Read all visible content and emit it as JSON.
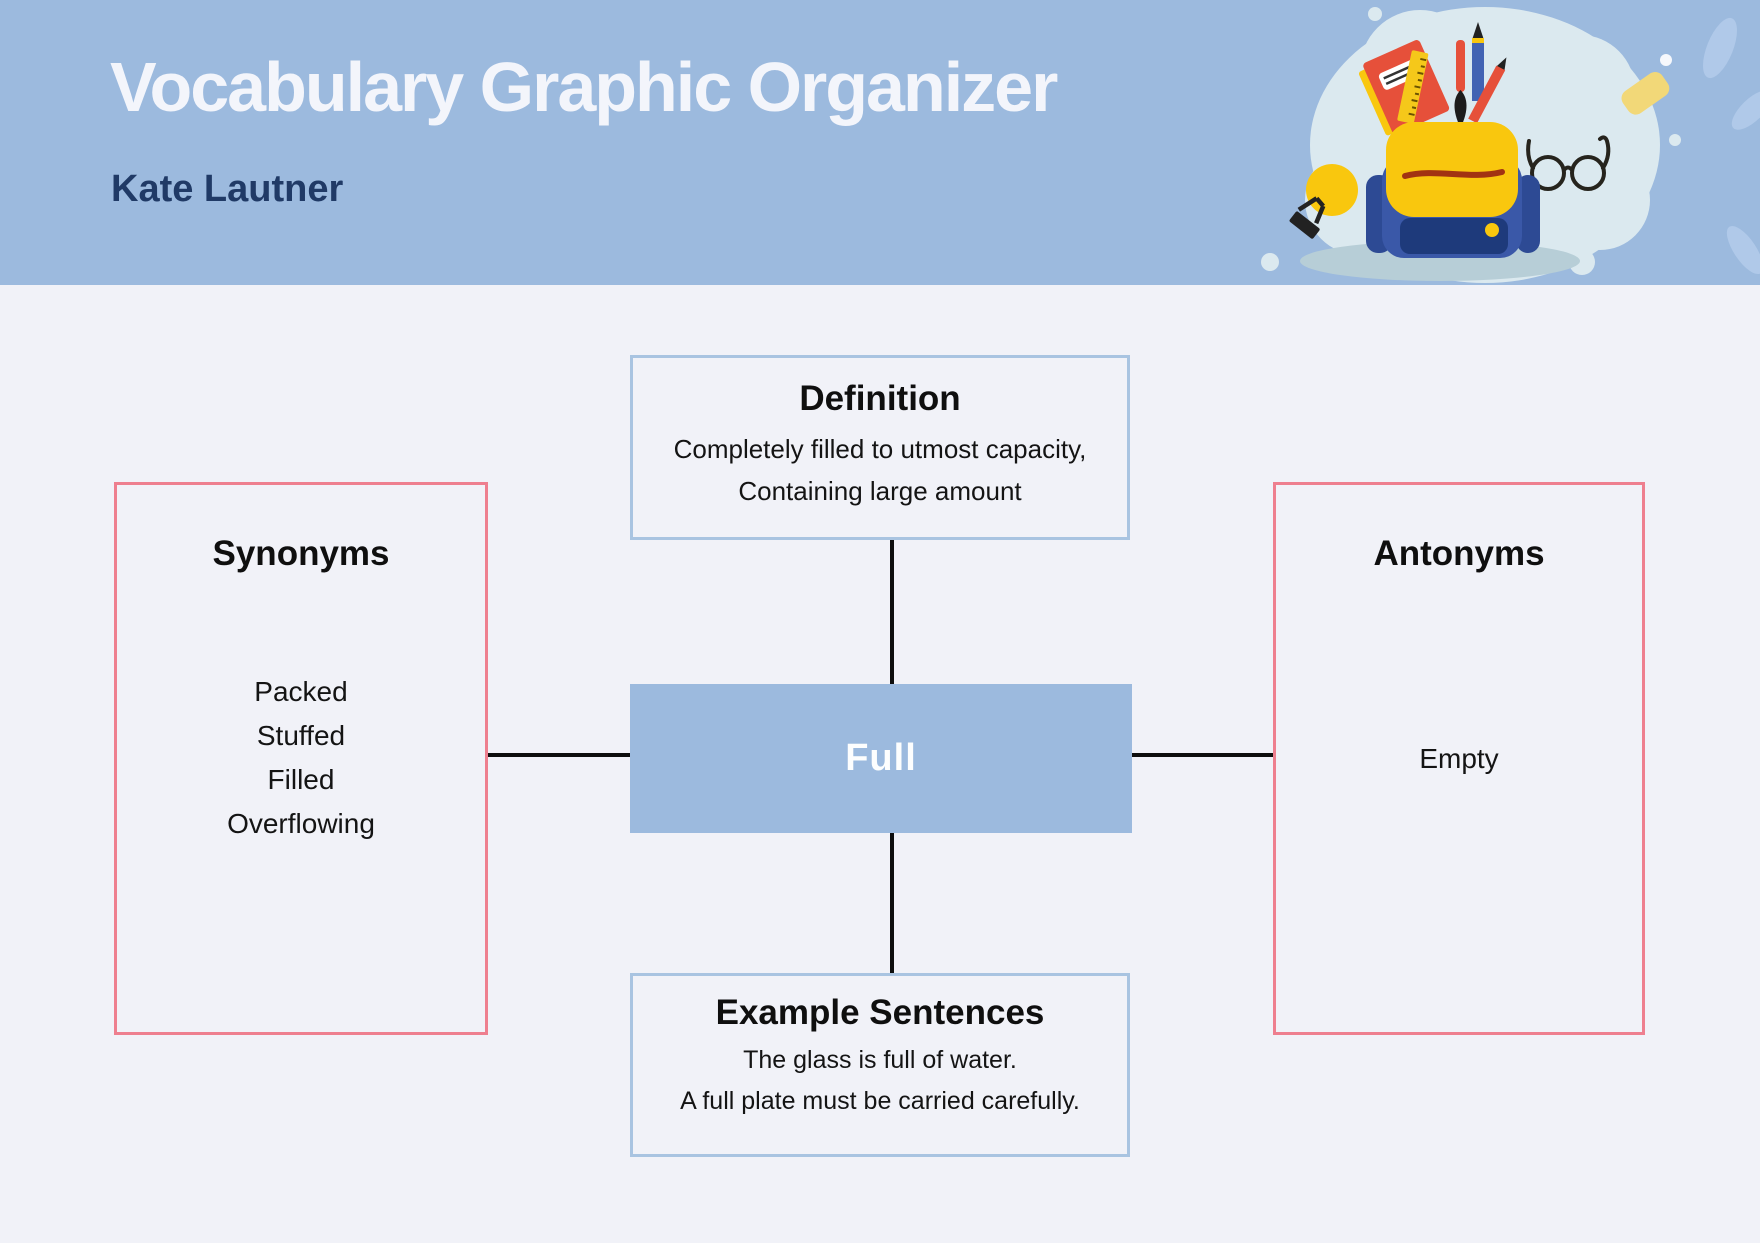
{
  "header": {
    "title": "Vocabulary Graphic Organizer",
    "author": "Kate Lautner",
    "illustration": "backpack-with-school-supplies"
  },
  "colors": {
    "header_background": "#9cbade",
    "page_background": "#f1f2f8",
    "center_box_fill": "#9cbade",
    "blue_box_border": "#a9c4e1",
    "pink_box_border": "#ee7f8f",
    "connector_line": "#0e0e0e",
    "title_text": "#f3f5fb",
    "author_text": "#203a66",
    "body_text": "#141414",
    "center_word_text": "#fdfefe"
  },
  "diagram": {
    "center": {
      "word": "Full"
    },
    "definition": {
      "title": "Definition",
      "lines": [
        "Completely filled to utmost capacity,",
        "Containing large amount"
      ]
    },
    "synonyms": {
      "title": "Synonyms",
      "items": [
        "Packed",
        "Stuffed",
        "Filled",
        "Overflowing"
      ]
    },
    "antonyms": {
      "title": "Antonyms",
      "items": [
        "Empty"
      ]
    },
    "examples": {
      "title": "Example Sentences",
      "lines": [
        "The glass is full of water.",
        "A full plate must be carried carefully."
      ]
    }
  }
}
